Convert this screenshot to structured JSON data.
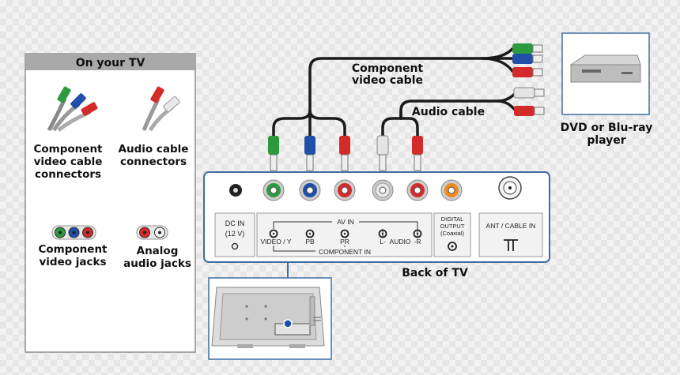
{
  "legend": {
    "title": "On your TV",
    "component_connectors_label": [
      "Component",
      "video cable",
      "connectors"
    ],
    "audio_connectors_label": [
      "Audio cable",
      "connectors"
    ],
    "component_jacks_label": [
      "Component",
      "video jacks"
    ],
    "analog_jacks_label": [
      "Analog",
      "audio jacks"
    ]
  },
  "cables": {
    "component_label": [
      "Component",
      "video cable"
    ],
    "audio_label": "Audio cable"
  },
  "device": {
    "label": [
      "DVD or Blu-ray",
      "player"
    ]
  },
  "panel": {
    "dc_in": [
      "DC IN",
      "(12 V)"
    ],
    "av_in": "AV IN",
    "video_y": "VIDEO / Y",
    "pb": "PB",
    "pr": "PR",
    "l_audio_r": [
      "L-",
      "AUDIO",
      "-R"
    ],
    "component_in": "COMPONENT IN",
    "digital_output": [
      "DIGITAL",
      "OUTPUT",
      "(Coaxial)"
    ],
    "ant_cable_in": "ANT / CABLE IN",
    "back_of_tv": "Back of TV"
  },
  "colors": {
    "green": "#2e9a3e",
    "blue": "#1f4fa8",
    "red": "#d42a2a",
    "white": "#d9d9d9",
    "orange": "#f08a1c",
    "panel_border": "#3f6fa3",
    "cable": "#1a1a1a"
  }
}
